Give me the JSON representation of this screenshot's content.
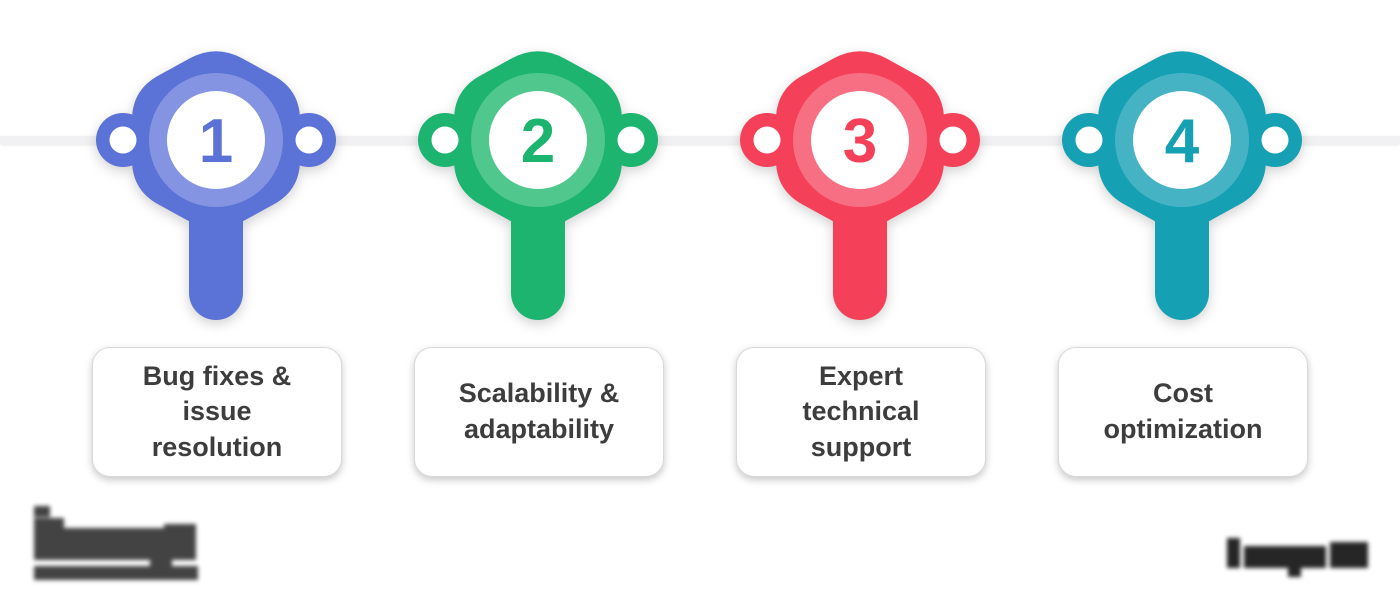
{
  "diagram_title": "",
  "steps": [
    {
      "number": "1",
      "label": "Bug fixes & issue resolution",
      "label_lines": [
        "Bug fixes &",
        "issue",
        "resolution"
      ],
      "color": "#5b72d6",
      "ring": "#8494e2"
    },
    {
      "number": "2",
      "label": "Scalability & adaptability",
      "label_lines": [
        "Scalability &",
        "adaptability"
      ],
      "color": "#1db470",
      "ring": "#50c78d"
    },
    {
      "number": "3",
      "label": "Expert technical support",
      "label_lines": [
        "Expert",
        "technical",
        "support"
      ],
      "color": "#f5405a",
      "ring": "#f76f83"
    },
    {
      "number": "4",
      "label": "Cost optimization",
      "label_lines": [
        "Cost",
        "optimization"
      ],
      "color": "#16a0b4",
      "ring": "#46b3c5"
    }
  ],
  "colors": {
    "connector_line": "#f1f1f3",
    "card_background": "#ffffff",
    "card_text": "#3d3d3d",
    "left_wordmark": "#434343",
    "right_wordmark": "#262626",
    "background": "#ffffff"
  }
}
